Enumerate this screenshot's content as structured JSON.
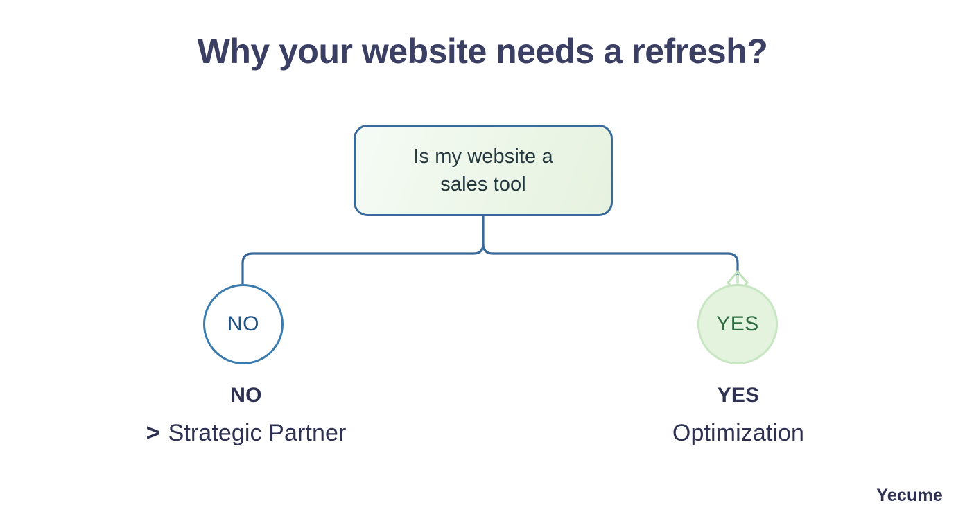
{
  "slide": {
    "title": "Why your website needs a refresh?",
    "background_color": "#ffffff",
    "title_color": "#3b3f63",
    "watermark": "Yecume"
  },
  "flowchart": {
    "type": "decision-tree",
    "decision": {
      "label": "Is my website a sales tool",
      "label_line_1": "Is my website a",
      "label_line_2": "sales tool",
      "border_color": "#3a6a9a",
      "fill_color": "#eef7ea",
      "text_color": "#24383f"
    },
    "branches": [
      {
        "id": "no",
        "node_label": "NO",
        "node_border_color": "#3a7cb0",
        "node_fill_color": "#ffffff",
        "node_text_color": "#1d5083",
        "caption_head": "NO",
        "caption_prefix": ">",
        "caption_sub": "Strategic Partner",
        "selected": false
      },
      {
        "id": "yes",
        "node_label": "YES",
        "node_border_color": "#c8e6c2",
        "node_fill_color": "#e3f3de",
        "node_text_color": "#2f6b41",
        "caption_head": "YES",
        "caption_prefix": "",
        "caption_sub": "Optimization",
        "selected": true
      }
    ],
    "connector_color": "#3a6a9a",
    "marker_color": "#bfe3b8",
    "marker_name": "arrow-down-marker"
  }
}
